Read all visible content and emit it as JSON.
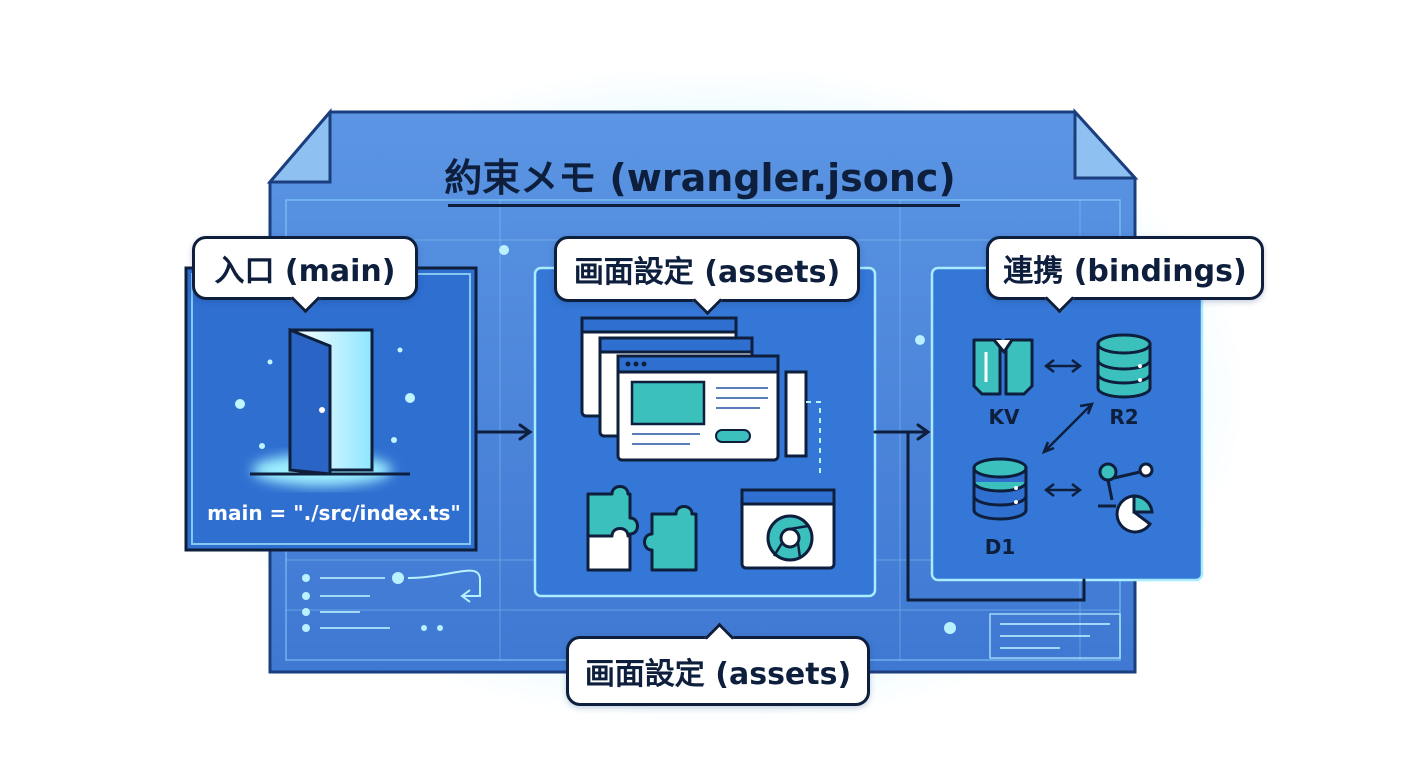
{
  "title": "約束メモ (wrangler.jsonc)",
  "labels": {
    "main": "入口 (main)",
    "assets_top": "画面設定 (assets)",
    "bindings": "連携 (bindings)",
    "assets_bottom": "画面設定 (assets)"
  },
  "main_code": "main = \"./src/index.ts\"",
  "services": {
    "kv": "KV",
    "r2": "R2",
    "d1": "D1"
  },
  "icons": [
    "door-icon",
    "browser-window-icon",
    "puzzle-icon",
    "chrome-browser-icon",
    "kv-icon",
    "database-icon",
    "analytics-icon"
  ],
  "colors": {
    "doc_blue": "#4b86d8",
    "panel_blue": "#2f6fd0",
    "panel_border": "#a9ecff",
    "teal": "#3cc0bd",
    "outline": "#0e1f3d",
    "glow": "#8fe6ff"
  }
}
